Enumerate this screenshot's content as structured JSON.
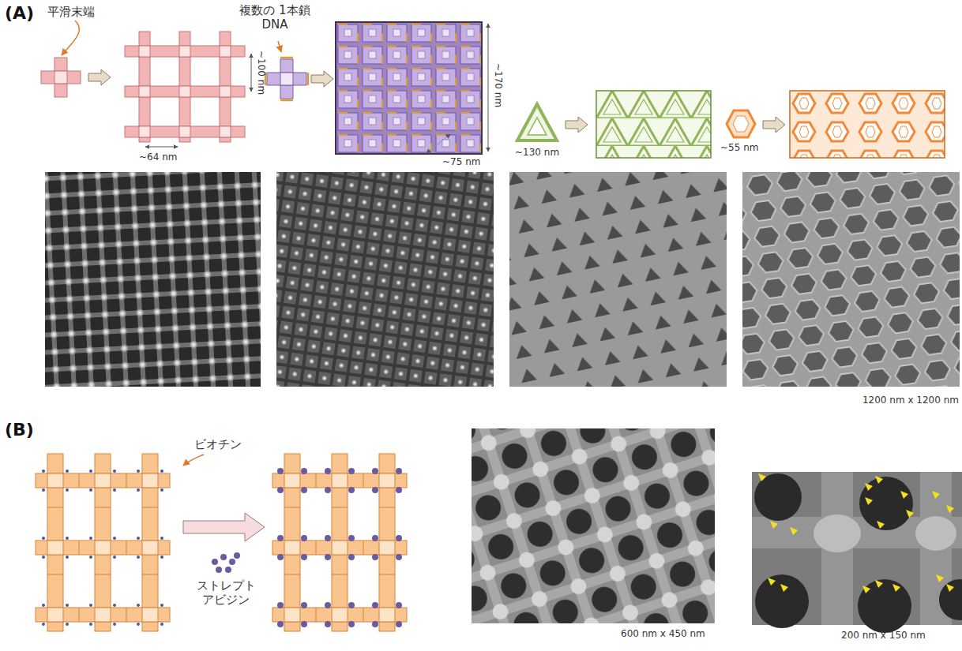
{
  "diagram": {
    "labels": [
      "(A)",
      "平滑末端",
      "複数の 1本鎖DNA",
      "~100 nm",
      "~64 nm",
      "~170 nm",
      "~75 nm",
      "~130 nm",
      "~55 nm",
      "1200 nm x 1200 nm",
      "(B)",
      "ビオチン",
      "ストレプト アビジン",
      "600 nm x 450 nm",
      "200 nm x 150 nm"
    ]
  }
}
